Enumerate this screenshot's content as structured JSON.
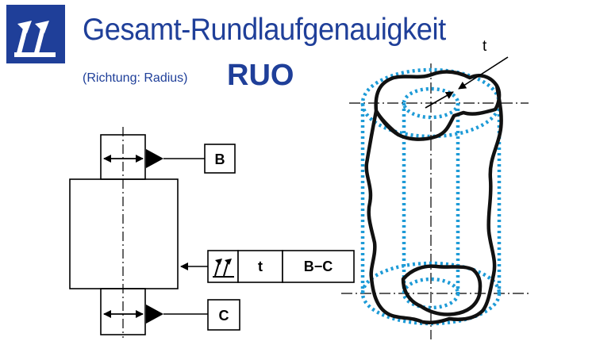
{
  "header": {
    "title": "Gesamt-Rundlaufgenauigkeit",
    "subtitle": "(Richtung: Radius)",
    "code": "RUO"
  },
  "drawing": {
    "datum_b": "B",
    "datum_c": "C",
    "frame_tolerance": "t",
    "frame_datum_ref": "B−C",
    "zone_label": "t"
  },
  "colors": {
    "brand": "#1f3f99",
    "zone": "#1e9bd7",
    "line": "#000000"
  },
  "icons": {
    "logo": "total-runout-icon",
    "frame_symbol": "total-runout-icon"
  }
}
